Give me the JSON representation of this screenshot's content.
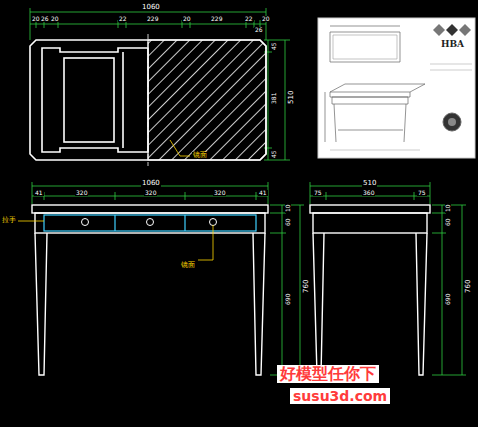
{
  "diagram": {
    "labels": [
      "1060",
      "20",
      "26",
      "20",
      "22",
      "229",
      "20",
      "229",
      "22",
      "26",
      "20",
      "45",
      "381",
      "45",
      "510",
      "镜面",
      "1060",
      "41",
      "320",
      "320",
      "320",
      "41",
      "10",
      "60",
      "690",
      "760",
      "拉手",
      "镜面",
      "510",
      "75",
      "360",
      "75",
      "10",
      "60",
      "690",
      "760",
      "HBA",
      "好模型任你下",
      "susu3d.com"
    ]
  }
}
